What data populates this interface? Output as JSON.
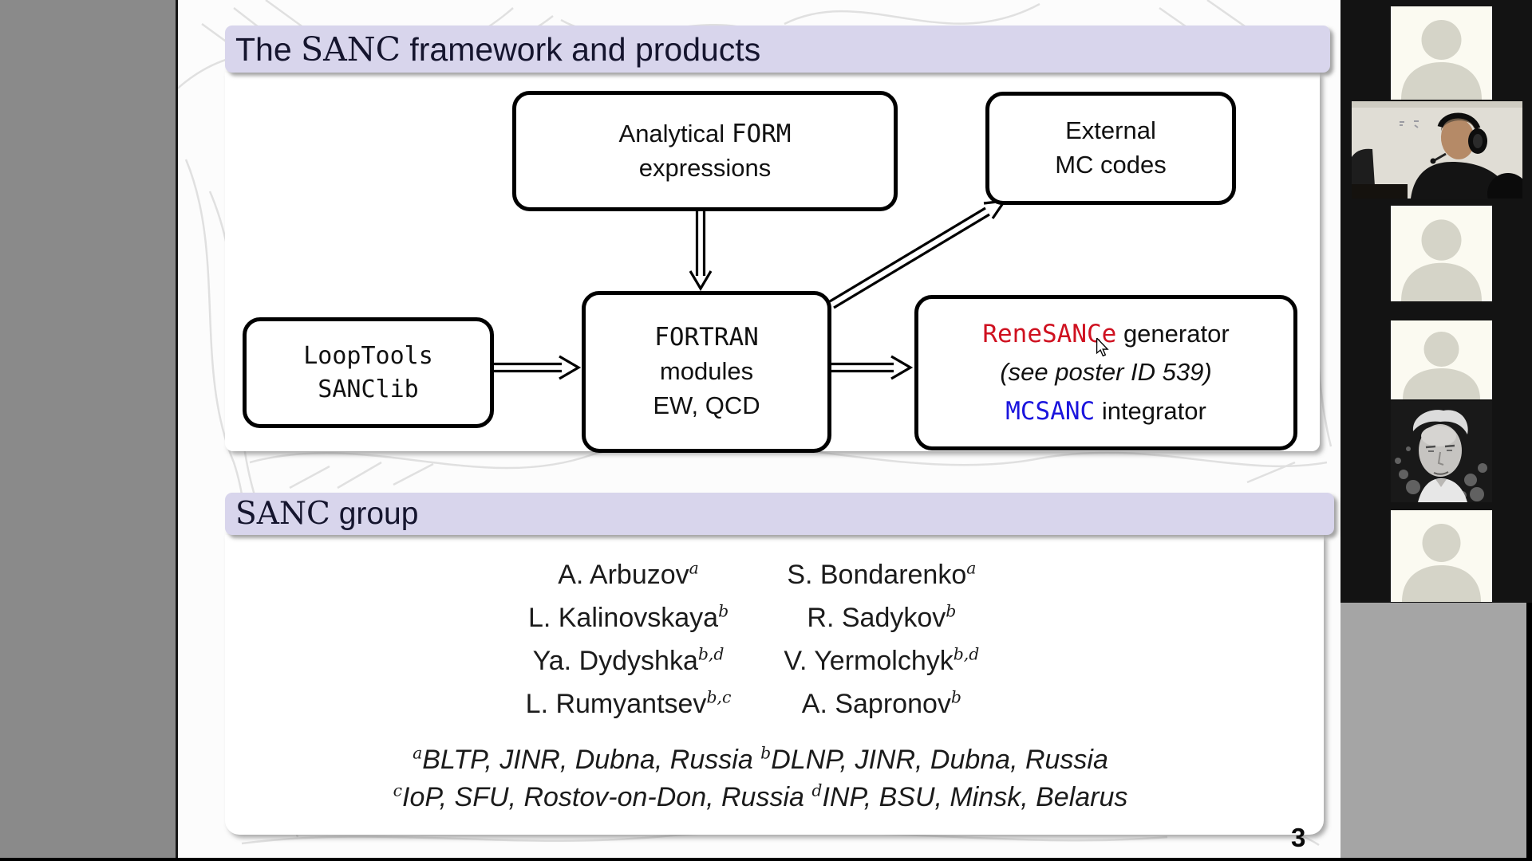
{
  "app": {
    "type": "video-conference-screen-share",
    "colors": {
      "app_background": "#8a8a8a",
      "sidebar_background": "#131313",
      "lower_right_background": "#a5a5a5",
      "banner_lavender": "#d8d5ec",
      "banner_text": "#15152e",
      "renesance_red": "#cf1120",
      "mcsanc_blue": "#1b15dd"
    }
  },
  "slide": {
    "page_number": "3",
    "title_segments": [
      {
        "t": "The ",
        "c": ""
      },
      {
        "t": "SANC",
        "c": "serif"
      },
      {
        "t": " framework and products",
        "c": ""
      }
    ],
    "flow": {
      "box_analytical": {
        "line1": [
          {
            "t": "Analytical ",
            "c": ""
          },
          {
            "t": "FORM",
            "c": "mono"
          }
        ],
        "line2": [
          {
            "t": "expressions",
            "c": ""
          }
        ]
      },
      "box_external": {
        "line1": [
          {
            "t": "External",
            "c": ""
          }
        ],
        "line2": [
          {
            "t": "MC codes",
            "c": ""
          }
        ]
      },
      "box_looptools": {
        "line1": [
          {
            "t": "LoopTools",
            "c": "mono"
          }
        ],
        "line2": [
          {
            "t": "SANClib",
            "c": "mono"
          }
        ]
      },
      "box_fortran": {
        "line1": [
          {
            "t": "FORTRAN",
            "c": "mono"
          }
        ],
        "line2": [
          {
            "t": "modules",
            "c": ""
          }
        ],
        "line3": [
          {
            "t": "EW, QCD",
            "c": ""
          }
        ]
      },
      "box_renesance": {
        "line1": [
          {
            "t": "ReneSANCe",
            "c": "mono red"
          },
          {
            "t": " generator",
            "c": ""
          }
        ],
        "line2": [
          {
            "t": "(see poster ID 539)",
            "c": "it"
          }
        ],
        "line3": [
          {
            "t": "MCSANC",
            "c": "mono blue"
          },
          {
            "t": " integrator",
            "c": ""
          }
        ]
      },
      "arrows": [
        "analytical-form-to-fortran-modules",
        "looptools-to-fortran-modules",
        "fortran-modules-to-renesance",
        "fortran-modules-to-external-mc"
      ]
    },
    "group": {
      "title_segments": [
        {
          "t": "SANC",
          "c": "serif"
        },
        {
          "t": " group",
          "c": ""
        }
      ],
      "names_col1": [
        [
          {
            "t": "A. Arbuzov",
            "c": ""
          },
          {
            "t": "a",
            "c": "sup"
          }
        ],
        [
          {
            "t": "L. Kalinovskaya",
            "c": ""
          },
          {
            "t": "b",
            "c": "sup"
          }
        ],
        [
          {
            "t": "Ya. Dydyshka",
            "c": ""
          },
          {
            "t": "b,d",
            "c": "sup"
          }
        ],
        [
          {
            "t": "L. Rumyantsev",
            "c": ""
          },
          {
            "t": "b,c",
            "c": "sup"
          }
        ]
      ],
      "names_col2": [
        [
          {
            "t": "S. Bondarenko",
            "c": ""
          },
          {
            "t": "a",
            "c": "sup"
          }
        ],
        [
          {
            "t": "R. Sadykov",
            "c": ""
          },
          {
            "t": "b",
            "c": "sup"
          }
        ],
        [
          {
            "t": "V. Yermolchyk",
            "c": ""
          },
          {
            "t": "b,d",
            "c": "sup"
          }
        ],
        [
          {
            "t": "A. Sapronov",
            "c": ""
          },
          {
            "t": "b",
            "c": "sup"
          }
        ]
      ],
      "affiliations_line1": [
        {
          "t": "a",
          "c": "sup"
        },
        {
          "t": "BLTP, JINR, Dubna, Russia ",
          "c": ""
        },
        {
          "t": "b",
          "c": "sup"
        },
        {
          "t": "DLNP, JINR, Dubna, Russia",
          "c": ""
        }
      ],
      "affiliations_line2": [
        {
          "t": "c",
          "c": "sup"
        },
        {
          "t": "IoP, SFU, Rostov-on-Don, Russia ",
          "c": ""
        },
        {
          "t": "d",
          "c": "sup"
        },
        {
          "t": "INP, BSU, Minsk, Belarus",
          "c": ""
        }
      ]
    }
  },
  "sidebar": {
    "participants": [
      {
        "kind": "avatar-placeholder"
      },
      {
        "kind": "live-video",
        "desc": "man with headphones in front of whiteboard"
      },
      {
        "kind": "avatar-placeholder"
      },
      {
        "kind": "avatar-placeholder"
      },
      {
        "kind": "photo",
        "desc": "black and white portrait of a man"
      },
      {
        "kind": "avatar-placeholder"
      }
    ]
  }
}
